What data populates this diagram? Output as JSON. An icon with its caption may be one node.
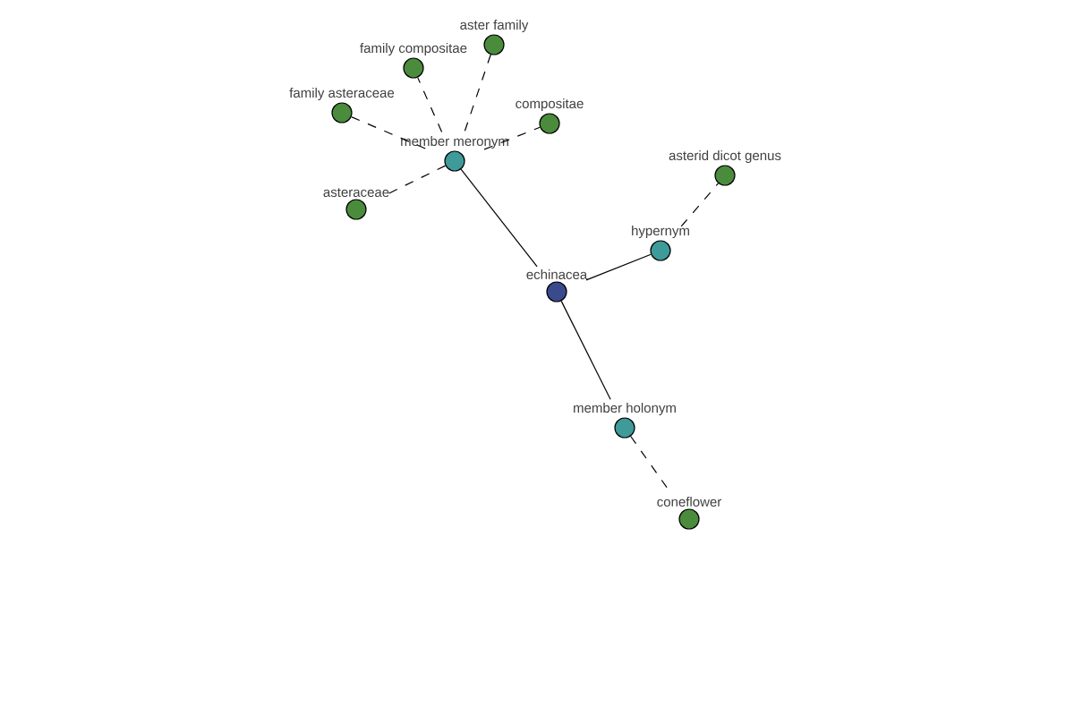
{
  "diagram": {
    "nodes": [
      {
        "text": [
          "echinacea"
        ]
      },
      {
        "text": [
          "member meronym"
        ]
      },
      {
        "text": [
          "hypernym"
        ]
      },
      {
        "text": [
          "member holonym"
        ]
      },
      {
        "text": [
          "aster family"
        ]
      },
      {
        "text": [
          "family compositae"
        ]
      },
      {
        "text": [
          "family asteraceae"
        ]
      },
      {
        "text": [
          "compositae"
        ]
      },
      {
        "text": [
          "asteraceae"
        ]
      },
      {
        "text": [
          "asterid dicot genus"
        ]
      },
      {
        "text": [
          "coneflower"
        ]
      }
    ],
    "edges": [
      {
        "from": 0,
        "to": 1,
        "arrow": "none"
      },
      {
        "from": 0,
        "to": 2,
        "arrow": "none"
      },
      {
        "from": 0,
        "to": 3,
        "arrow": "none"
      },
      {
        "from": 1,
        "to": 4,
        "arrow": "none",
        "style": "dashed"
      },
      {
        "from": 1,
        "to": 5,
        "arrow": "none",
        "style": "dashed"
      },
      {
        "from": 1,
        "to": 6,
        "arrow": "none",
        "style": "dashed"
      },
      {
        "from": 1,
        "to": 7,
        "arrow": "none",
        "style": "dashed"
      },
      {
        "from": 1,
        "to": 8,
        "arrow": "none",
        "style": "dashed"
      },
      {
        "from": 2,
        "to": 9,
        "arrow": "none",
        "style": "dashed"
      },
      {
        "from": 3,
        "to": 10,
        "arrow": "none",
        "style": "dashed"
      }
    ]
  }
}
